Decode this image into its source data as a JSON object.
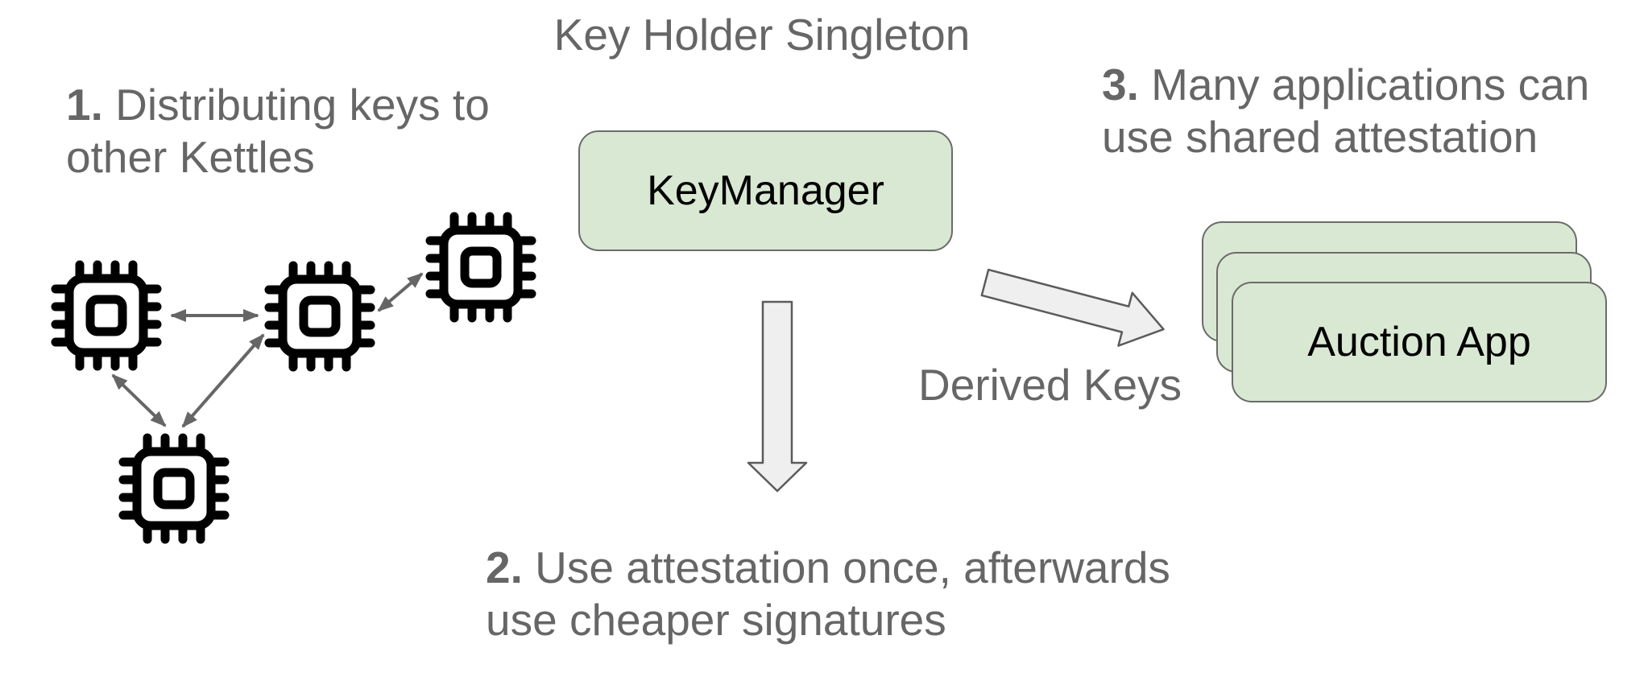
{
  "diagram": {
    "title": "Key Holder Singleton",
    "annotations": {
      "step1": {
        "number": "1.",
        "text": " Distributing keys to other Kettles"
      },
      "step2": {
        "number": "2.",
        "text": " Use attestation once, afterwards use cheaper signatures"
      },
      "step3": {
        "number": "3.",
        "text": " Many applications can use shared attestation"
      },
      "derived_keys_label": "Derived Keys"
    },
    "nodes": {
      "key_manager": {
        "label": "KeyManager",
        "shape": "rounded-rectangle"
      },
      "auction_app": {
        "label": "Auction App",
        "shape": "stacked-rounded-rectangles",
        "stack_count": 3
      }
    },
    "kettle_network": {
      "icon": "cpu-chip-icon",
      "chip_count": 4,
      "connection_count": 4,
      "connection_style": "bidirectional-arrow"
    },
    "colors": {
      "node_fill": "#d9e8d2",
      "node_border": "#6b6b6b",
      "label_text": "#666666",
      "node_text": "#000000",
      "block_arrow_fill": "#eeefee",
      "block_arrow_border": "#5b5b5b",
      "connector": "#666666",
      "chip": "#000000",
      "background": "#ffffff"
    }
  }
}
